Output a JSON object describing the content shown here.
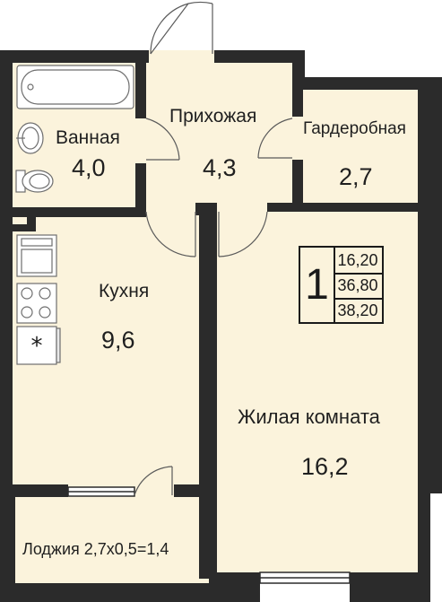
{
  "rooms": {
    "bathroom": {
      "name": "Ванная",
      "area": "4,0"
    },
    "hallway": {
      "name": "Прихожая",
      "area": "4,3"
    },
    "wardrobe": {
      "name": "Гардеробная",
      "area": "2,7"
    },
    "kitchen": {
      "name": "Кухня",
      "area": "9,6"
    },
    "living": {
      "name": "Жилая комната",
      "area": "16,2"
    },
    "loggia": {
      "name": "Лоджия 2,7х0,5=1,4"
    }
  },
  "badge": {
    "rooms_count": "1",
    "living_area": "16,20",
    "total_area": "36,80",
    "total_with_loggia": "38,20"
  },
  "colors": {
    "wall": "#2b2b2b",
    "floor": "#fbf3dc",
    "fixture_outline": "#6e6e6e"
  }
}
